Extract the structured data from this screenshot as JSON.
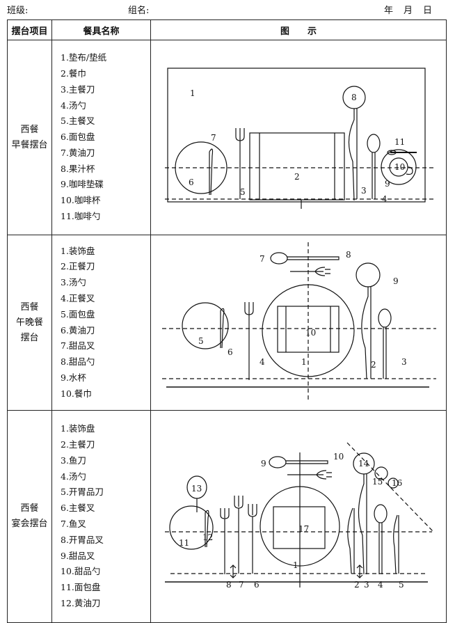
{
  "header": {
    "class_label": "班级:",
    "group_label": "组名:",
    "date_year": "年",
    "date_month": "月",
    "date_day": "日"
  },
  "table": {
    "col_setting": "摆台项目",
    "col_tableware": "餐具名称",
    "col_figure": "图　　示"
  },
  "rows": [
    {
      "setting_line1": "西餐",
      "setting_line2": "早餐摆台",
      "items": [
        "1.垫布/垫纸",
        "2.餐巾",
        "3.主餐刀",
        "4.汤勺",
        "5.主餐叉",
        "6.面包盘",
        "7.黄油刀",
        "8.果汁杯",
        "9.咖啡垫碟",
        "10.咖啡杯",
        "11.咖啡勺"
      ],
      "labels": [
        "1",
        "2",
        "3",
        "4",
        "5",
        "6",
        "7",
        "8",
        "9",
        "10",
        "11"
      ]
    },
    {
      "setting_line1": "西餐",
      "setting_line2": "午晚餐",
      "setting_line3": "摆台",
      "items": [
        "1.装饰盘",
        "2.正餐刀",
        "3.汤勺",
        "4.正餐叉",
        "5.面包盘",
        "6.黄油刀",
        "7.甜品叉",
        "8.甜品勺",
        "9.水杯",
        "10.餐巾"
      ],
      "labels": [
        "1",
        "2",
        "3",
        "4",
        "5",
        "6",
        "7",
        "8",
        "9",
        "10"
      ]
    },
    {
      "setting_line1": "西餐",
      "setting_line2": "宴会摆台",
      "items": [
        "1.装饰盘",
        "2.主餐刀",
        "3.鱼刀",
        "4.汤勺",
        "5.开胃品刀",
        "6.主餐叉",
        "7.鱼叉",
        "8.开胃品叉",
        "9.甜品叉",
        "10.甜品勺",
        "11.面包盘",
        "12.黄油刀"
      ],
      "labels": [
        "1",
        "2",
        "3",
        "4",
        "5",
        "6",
        "7",
        "8",
        "9",
        "10",
        "11",
        "12",
        "13",
        "14",
        "15",
        "16",
        "17"
      ]
    }
  ]
}
